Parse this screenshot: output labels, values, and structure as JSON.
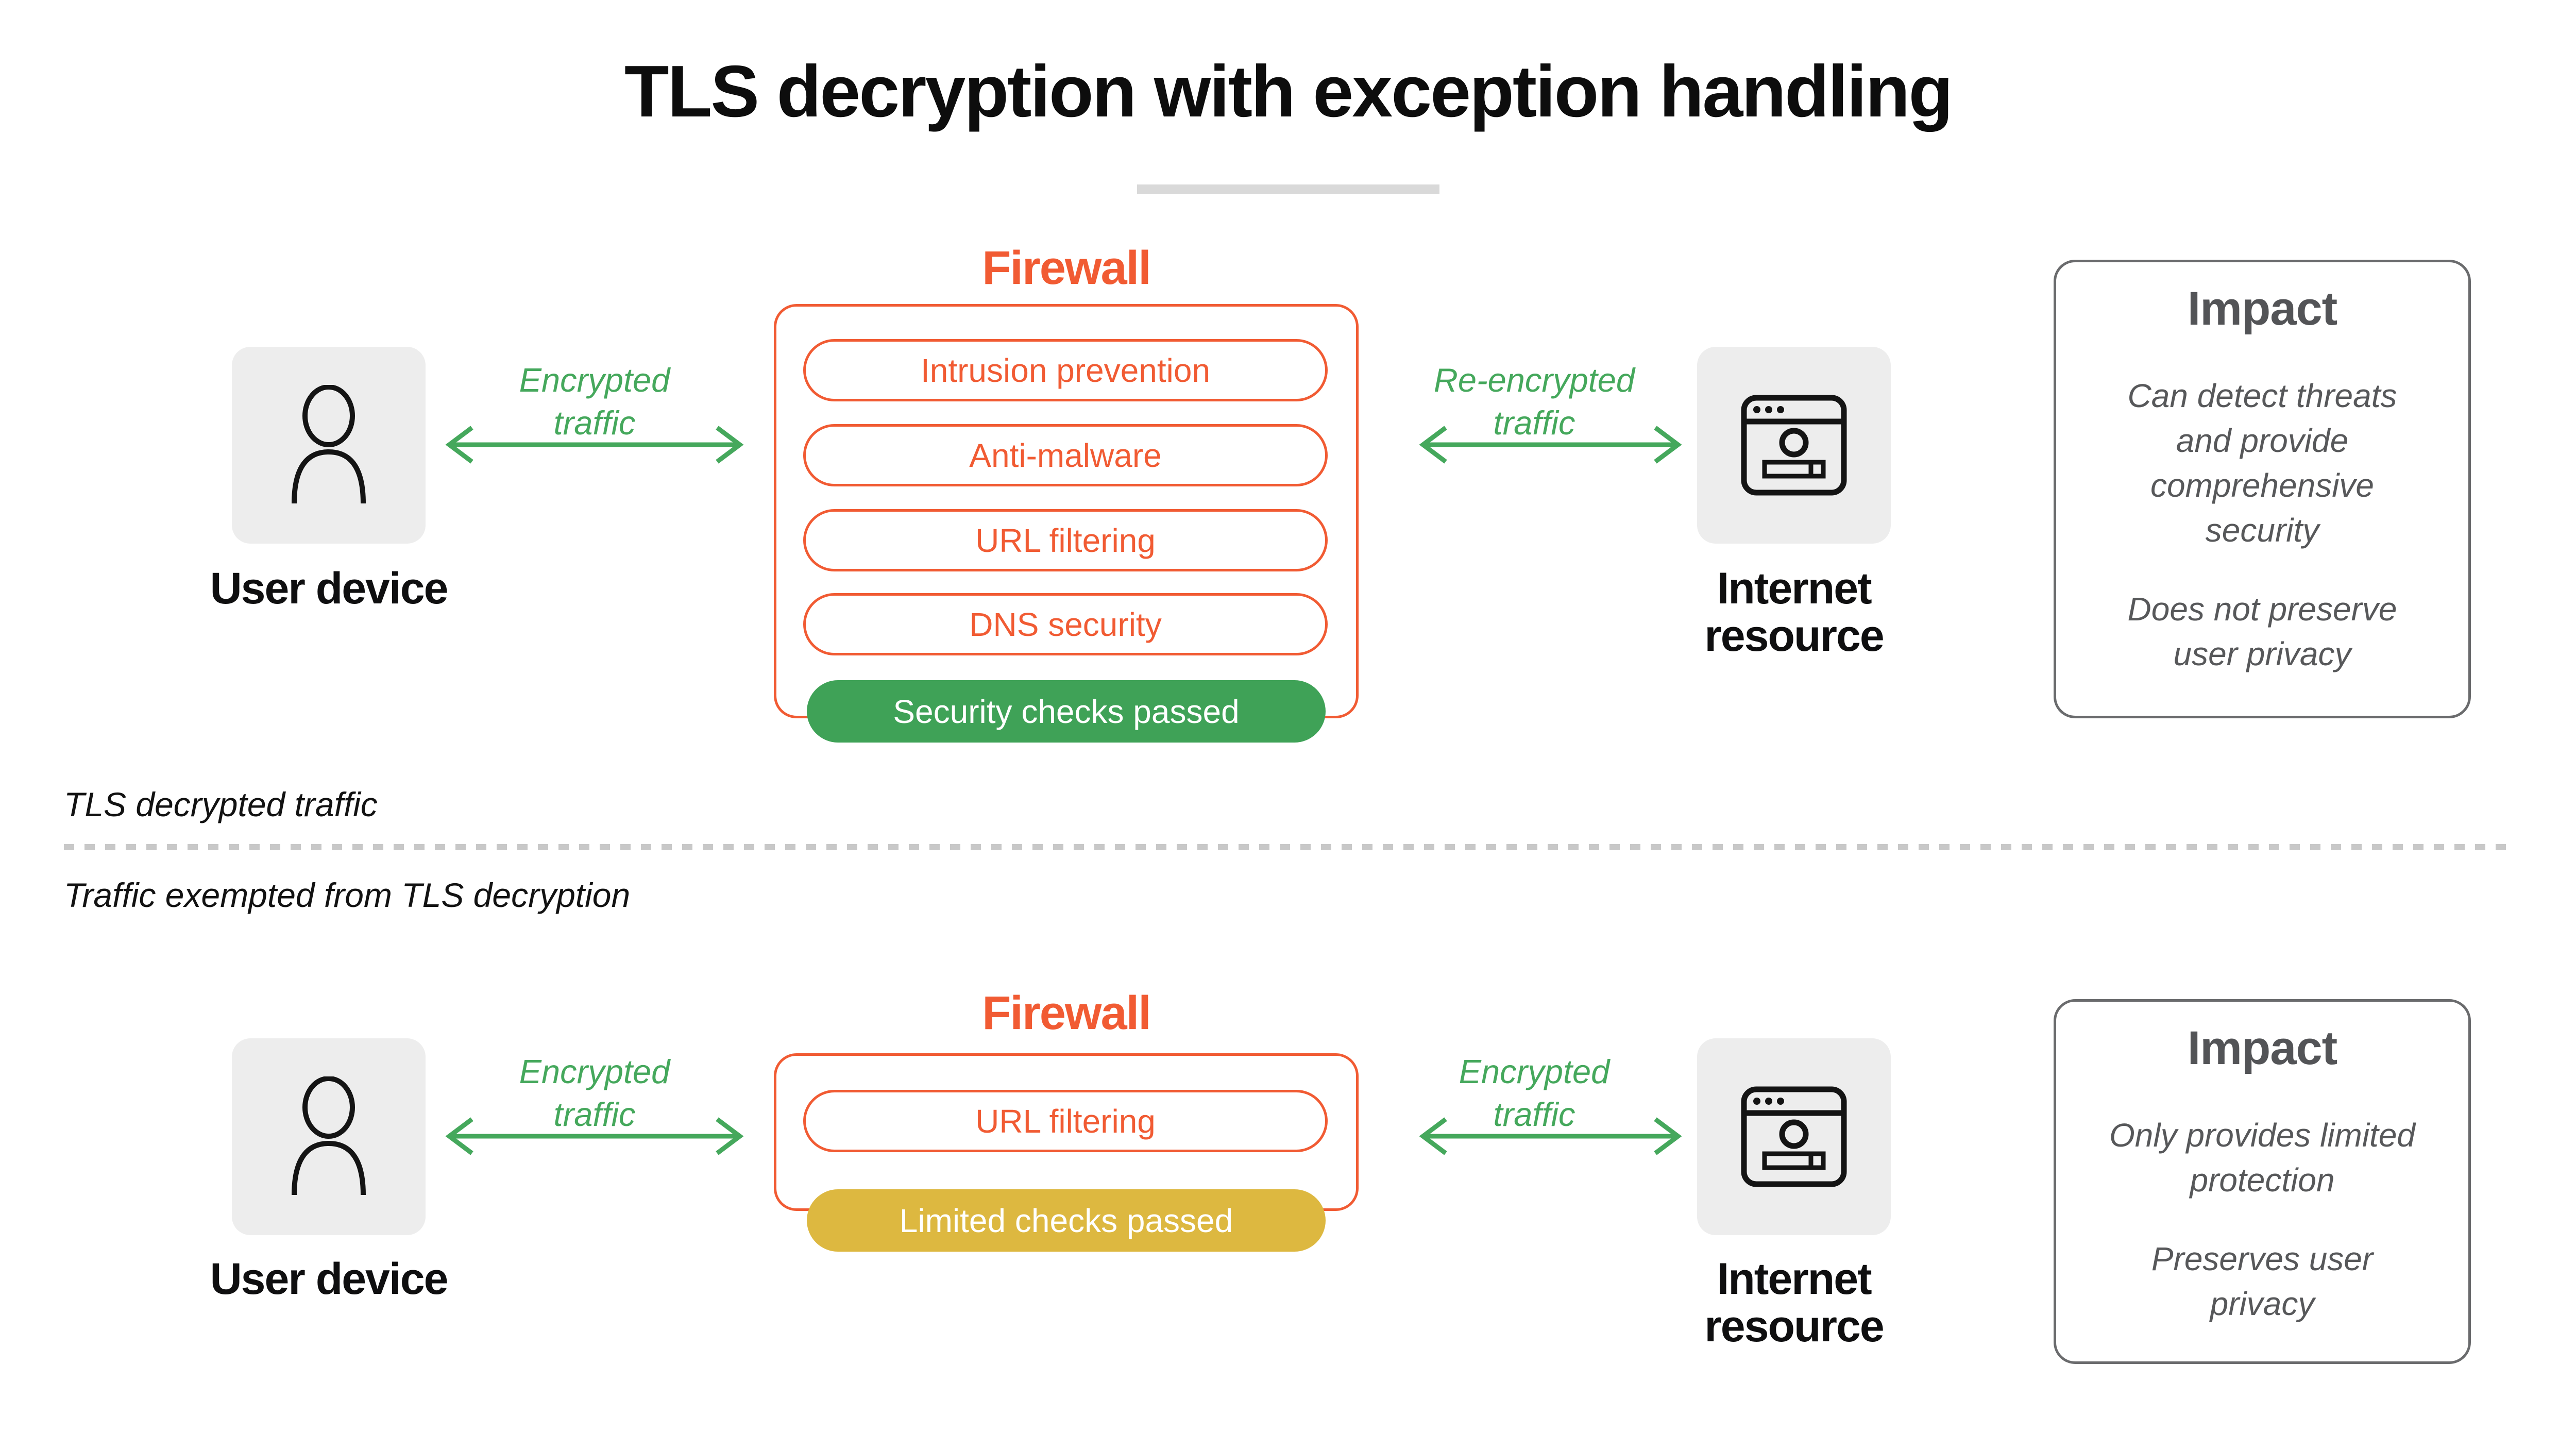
{
  "title": "TLS decryption with exception handling",
  "divider": {
    "above_label": "TLS decrypted traffic",
    "below_label": "Traffic exempted from TLS decryption"
  },
  "colors": {
    "orange": "#F15B33",
    "green_text_arrow": "#45A85C",
    "green_badge": "#3FA257",
    "yellow_badge": "#DDB840",
    "impact_gray": "#57585A",
    "impact_border": "#6A6B6D",
    "icon_bg": "#EDEDED",
    "dash_gray": "#C8C8C8",
    "title_underline": "#D9D9D9"
  },
  "sections": [
    {
      "firewall": {
        "title": "Firewall",
        "checks": [
          "Intrusion prevention",
          "Anti-malware",
          "URL filtering",
          "DNS security"
        ],
        "badge": "Security checks passed"
      },
      "user_device": {
        "label": "User device",
        "icon": "person-icon"
      },
      "internet_resource": {
        "label": [
          "Internet",
          "resource"
        ],
        "icon": "browser-window-icon"
      },
      "left_traffic": {
        "lines": [
          "Encrypted",
          "traffic"
        ],
        "icon": "double-arrow-icon"
      },
      "right_traffic": {
        "lines": [
          "Re-encrypted",
          "traffic"
        ],
        "icon": "double-arrow-icon"
      },
      "impact": {
        "title": "Impact",
        "paragraphs": [
          "Can detect threats and provide comprehensive security",
          "Does not preserve user privacy"
        ]
      }
    },
    {
      "firewall": {
        "title": "Firewall",
        "checks": [
          "URL filtering"
        ],
        "badge": "Limited checks passed"
      },
      "user_device": {
        "label": "User device",
        "icon": "person-icon"
      },
      "internet_resource": {
        "label": [
          "Internet",
          "resource"
        ],
        "icon": "browser-window-icon"
      },
      "left_traffic": {
        "lines": [
          "Encrypted",
          "traffic"
        ],
        "icon": "double-arrow-icon"
      },
      "right_traffic": {
        "lines": [
          "Encrypted",
          "traffic"
        ],
        "icon": "double-arrow-icon"
      },
      "impact": {
        "title": "Impact",
        "paragraphs": [
          "Only provides limited protection",
          "Preserves user privacy"
        ]
      }
    }
  ]
}
